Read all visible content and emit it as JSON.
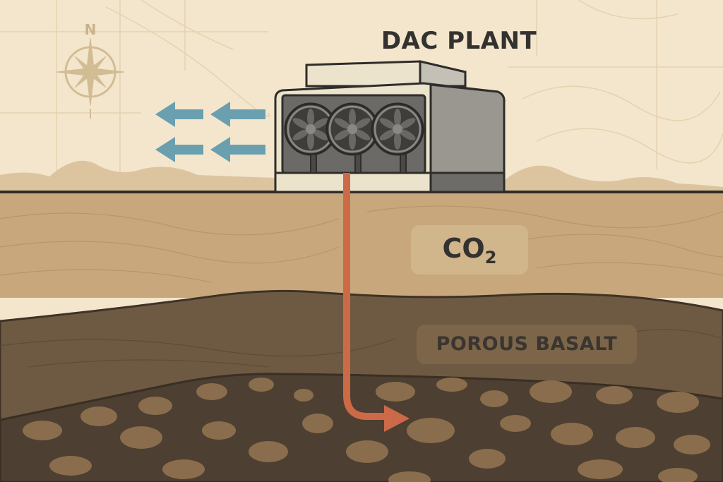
{
  "diagram": {
    "title": "DAC PLANT",
    "compass_label": "N",
    "layers": [
      {
        "name": "surface soil",
        "label": "CO₂",
        "label_main": "CO",
        "label_sub": "2",
        "color": "#c8a77c"
      },
      {
        "name": "porous basalt",
        "label": "POROUS BASALT",
        "color": "#6e5a42"
      },
      {
        "name": "rock bed",
        "label": "",
        "color": "#4d3f31"
      }
    ],
    "airflow_arrows": {
      "count": 4,
      "direction": "left",
      "color": "#6a9fb0"
    },
    "fans": {
      "count": 3
    },
    "injection_pipe": {
      "color": "#cc6a48"
    },
    "colors": {
      "sky": "#f4e6cc",
      "hills": "#dcc49e",
      "plant_body": "#9a9790",
      "plant_dark": "#555452",
      "plant_light": "#ece3cd"
    }
  }
}
